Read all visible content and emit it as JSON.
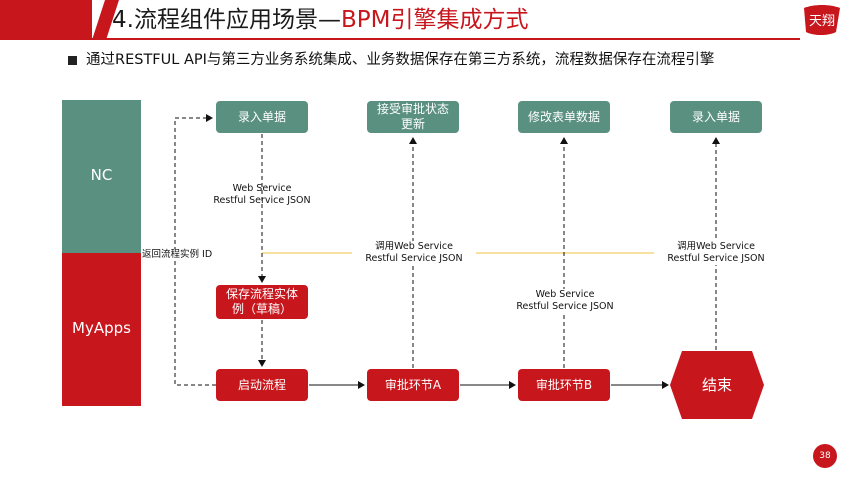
{
  "title": {
    "main": "4.流程组件应用场景—",
    "accent": "BPM引擎集成方式",
    "logo_text": "天翔"
  },
  "subtitle": "通过RESTFUL API与第三方业务系统集成、业务数据保存在第三方系统，流程数据保存在流程引擎",
  "lanes": {
    "nc": "NC",
    "myapps": "MyApps"
  },
  "boxes": {
    "nc_entry_1": "录入单据",
    "nc_receive_status_1": "接受审批状态",
    "nc_receive_status_2": "更新",
    "nc_modify_form": "修改表单数据",
    "nc_entry_2": "录入单据",
    "save_instance_1": "保存流程实体",
    "save_instance_2": "例（草稿）",
    "start_process": "启动流程",
    "approve_a": "审批环节A",
    "approve_b": "审批环节B",
    "end": "结束"
  },
  "labels": {
    "ws1_line1": "Web Service",
    "ws1_line2": "Restful Service JSON",
    "return_id": "返回流程实例 ID",
    "call1_line1": "调用Web Service",
    "call1_line2": "Restful Service JSON",
    "ws2_line1": "Web Service",
    "ws2_line2": "Restful Service JSON",
    "call2_line1": "调用Web Service",
    "call2_line2": "Restful Service JSON"
  },
  "page_number": "38",
  "colors": {
    "brand_red": "#c8161d",
    "nc_green": "#5a9080",
    "connector_orange": "#f0c040"
  }
}
